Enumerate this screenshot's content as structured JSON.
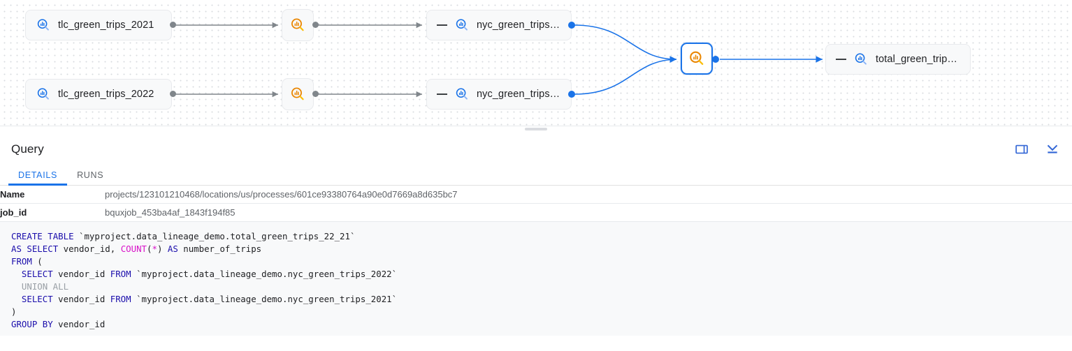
{
  "graph": {
    "nodes": [
      {
        "id": "tlc2021",
        "label": "tlc_green_trips_2021",
        "icon": "bigquery-table-icon",
        "kind": "table",
        "selected": false
      },
      {
        "id": "tlc2022",
        "label": "tlc_green_trips_2022",
        "icon": "bigquery-table-icon",
        "kind": "table",
        "selected": false
      },
      {
        "id": "proc-a",
        "label": "",
        "icon": "bigquery-process-icon",
        "kind": "process",
        "selected": false
      },
      {
        "id": "proc-b",
        "label": "",
        "icon": "bigquery-process-icon",
        "kind": "process",
        "selected": false
      },
      {
        "id": "nyc2021",
        "label": "nyc_green_trips…",
        "icon": "bigquery-table-icon",
        "kind": "table",
        "selected": false
      },
      {
        "id": "nyc2022",
        "label": "nyc_green_trips…",
        "icon": "bigquery-table-icon",
        "kind": "table",
        "selected": false
      },
      {
        "id": "proc-c",
        "label": "",
        "icon": "bigquery-process-icon",
        "kind": "process",
        "selected": true
      },
      {
        "id": "total",
        "label": "total_green_trip…",
        "icon": "bigquery-table-icon",
        "kind": "table",
        "selected": false
      }
    ],
    "colors": {
      "table_icon": "#1a73e8",
      "process_icon": "#ea8600",
      "selected_border": "#1a73e8",
      "edge_gray": "#80868b",
      "edge_blue": "#1a73e8"
    }
  },
  "query_panel": {
    "title": "Query",
    "actions": [
      {
        "name": "split-panel-icon",
        "title": "Toggle side panel"
      },
      {
        "name": "collapse-panel-icon",
        "title": "Collapse panel"
      }
    ],
    "tabs": [
      {
        "label": "DETAILS",
        "active": true
      },
      {
        "label": "RUNS",
        "active": false
      }
    ],
    "details": [
      {
        "key": "Name",
        "value": "projects/123101210468/locations/us/processes/601ce93380764a90e0d7669a8d635bc7"
      },
      {
        "key": "job_id",
        "value": "bquxjob_453ba4af_1843f194f85"
      }
    ]
  },
  "sql": {
    "full_text": "CREATE TABLE `myproject.data_lineage_demo.total_green_trips_22_21`\nAS SELECT vendor_id, COUNT(*) AS number_of_trips\nFROM (\n  SELECT vendor_id FROM `myproject.data_lineage_demo.nyc_green_trips_2022`\n  UNION ALL\n  SELECT vendor_id FROM `myproject.data_lineage_demo.nyc_green_trips_2021`\n)\nGROUP BY vendor_id",
    "lines": [
      "CREATE TABLE `myproject.data_lineage_demo.total_green_trips_22_21`",
      "AS SELECT vendor_id, COUNT(*) AS number_of_trips",
      "FROM (",
      "  SELECT vendor_id FROM `myproject.data_lineage_demo.nyc_green_trips_2022`",
      "  UNION ALL",
      "  SELECT vendor_id FROM `myproject.data_lineage_demo.nyc_green_trips_2021`",
      ")",
      "GROUP BY vendor_id"
    ]
  }
}
